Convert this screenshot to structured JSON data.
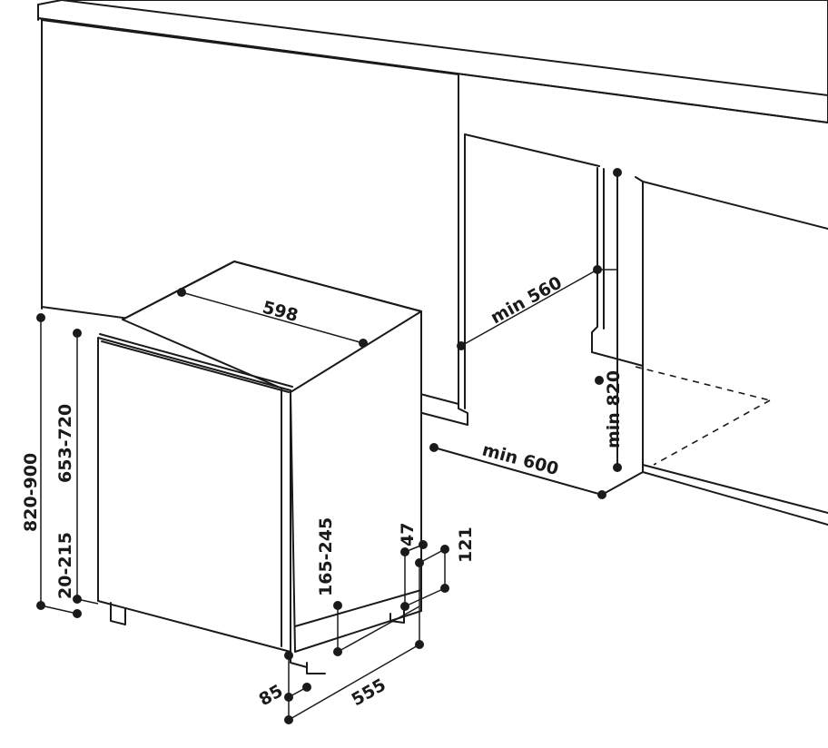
{
  "colors": {
    "line": "#1a1a1a",
    "background": "#ffffff"
  },
  "dimensions": {
    "width": "598",
    "min_niche_depth": "min 560",
    "min_niche_width": "min 600",
    "min_niche_height": "min 820",
    "height_range": "820-900",
    "panel_height": "653-720",
    "plinth_range": "20-215",
    "front_foot_range": "165-245",
    "side_offset": "47",
    "rear_foot": "121",
    "front_depth": "85",
    "depth": "555"
  }
}
